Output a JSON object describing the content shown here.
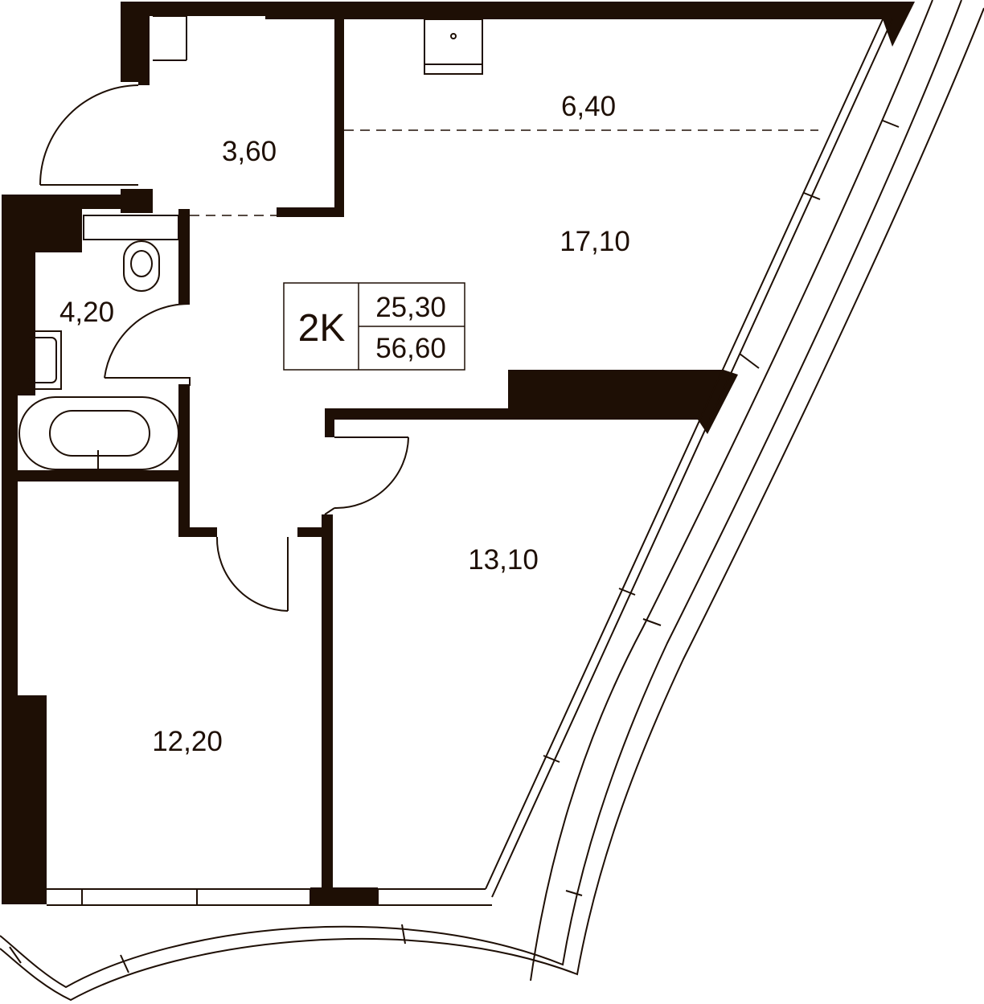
{
  "colors": {
    "wall": "#1e0f05",
    "line": "#1e0f05",
    "background": "#ffffff"
  },
  "rooms": {
    "hall": "3,60",
    "kitchen": "6,40",
    "living": "17,10",
    "bathroom": "4,20",
    "bedroom_left": "12,20",
    "bedroom_right": "13,10"
  },
  "badge": {
    "type": "2K",
    "living_area": "25,30",
    "total_area": "56,60"
  }
}
